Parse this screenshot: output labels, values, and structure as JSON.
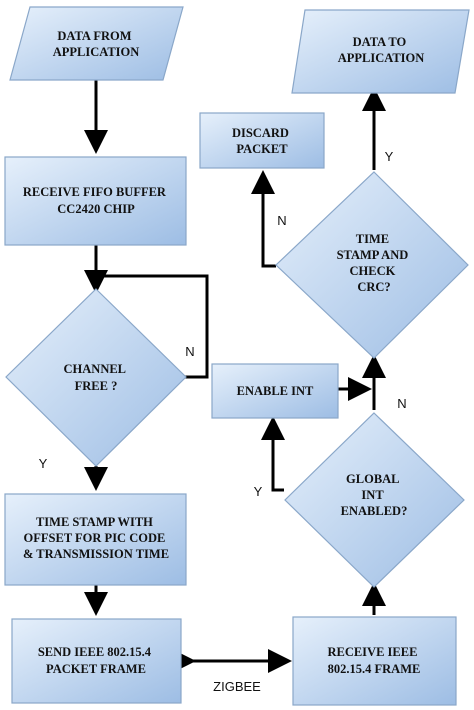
{
  "colors": {
    "fill_light": "#e6f0fb",
    "fill_dark": "#9dbde4",
    "border": "#8aa7c9",
    "line": "#000000"
  },
  "nodes": {
    "data_from_app": {
      "shape": "parallelogram",
      "lines": [
        "DATA FROM",
        "APPLICATION"
      ]
    },
    "receive_fifo": {
      "shape": "rectangle",
      "lines": [
        "RECEIVE FIFO BUFFER",
        "CC2420 CHIP"
      ]
    },
    "channel_free": {
      "shape": "diamond",
      "lines": [
        "CHANNEL",
        "FREE ?"
      ]
    },
    "time_stamp_offset": {
      "shape": "rectangle",
      "lines": [
        "TIME STAMP WITH",
        "OFFSET FOR PIC CODE",
        "& TRANSMISSION TIME"
      ]
    },
    "send_frame": {
      "shape": "rectangle",
      "lines": [
        "SEND  IEEE  802.15.4",
        "PACKET FRAME"
      ]
    },
    "receive_frame": {
      "shape": "rectangle",
      "lines": [
        "RECEIVE IEEE",
        "802.15.4 FRAME"
      ]
    },
    "global_int": {
      "shape": "diamond",
      "lines": [
        "GLOBAL",
        "INT",
        "ENABLED?"
      ]
    },
    "enable_int": {
      "shape": "rectangle",
      "lines": [
        "ENABLE INT"
      ]
    },
    "time_stamp_crc": {
      "shape": "diamond",
      "lines": [
        "TIME",
        "STAMP AND",
        "CHECK",
        "CRC?"
      ]
    },
    "discard_packet": {
      "shape": "rectangle",
      "lines": [
        "DISCARD",
        "PACKET"
      ]
    },
    "data_to_app": {
      "shape": "parallelogram",
      "lines": [
        "DATA TO",
        "APPLICATION"
      ]
    }
  },
  "edge_labels": {
    "channel_no": "N",
    "channel_yes": "Y",
    "global_yes": "Y",
    "global_no": "N",
    "crc_no": "N",
    "crc_yes": "Y",
    "link": "ZIGBEE"
  }
}
